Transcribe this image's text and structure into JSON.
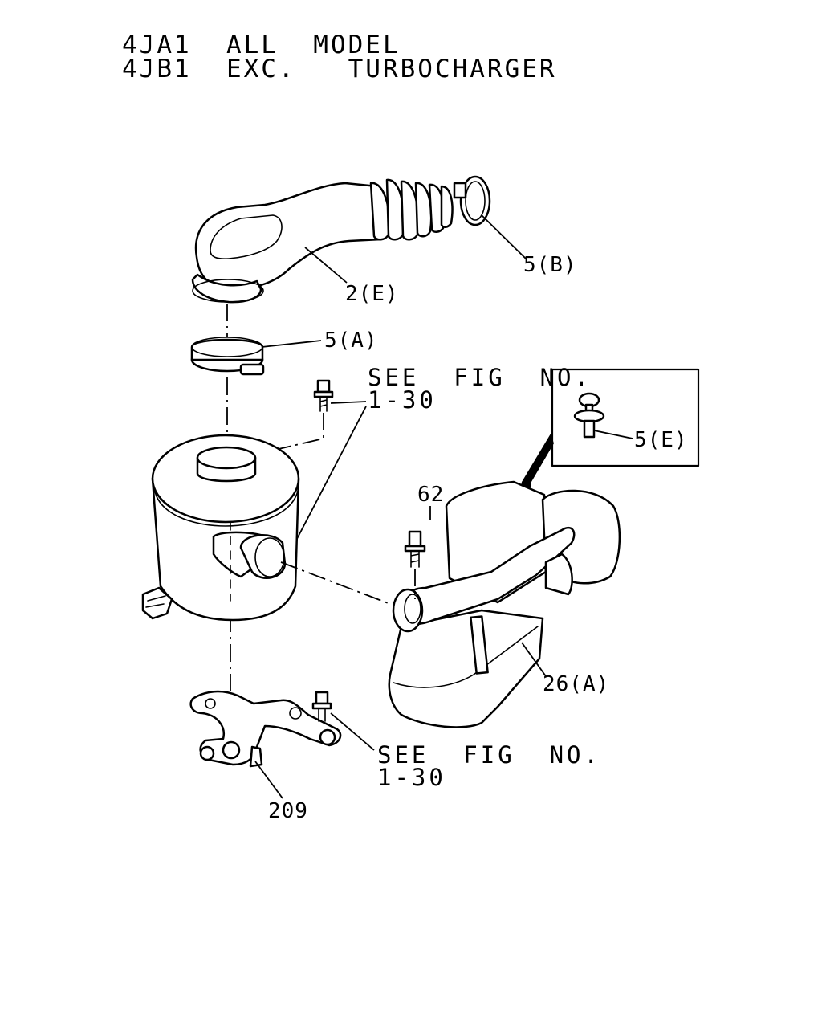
{
  "header": {
    "line1": "4JA1  ALL  MODEL",
    "line2": "4JB1  EXC.   TURBOCHARGER"
  },
  "callouts": {
    "hose": "2(E)",
    "clamp_b": "5(B)",
    "clamp_a": "5(A)",
    "clip_e": "5(E)",
    "bolt": "62",
    "resonator": "26(A)",
    "bracket": "209"
  },
  "references": {
    "upper": {
      "line1": "SEE  FIG  NO.",
      "line2": "1-30"
    },
    "lower": {
      "line1": "SEE  FIG  NO.",
      "line2": "1-30"
    }
  }
}
